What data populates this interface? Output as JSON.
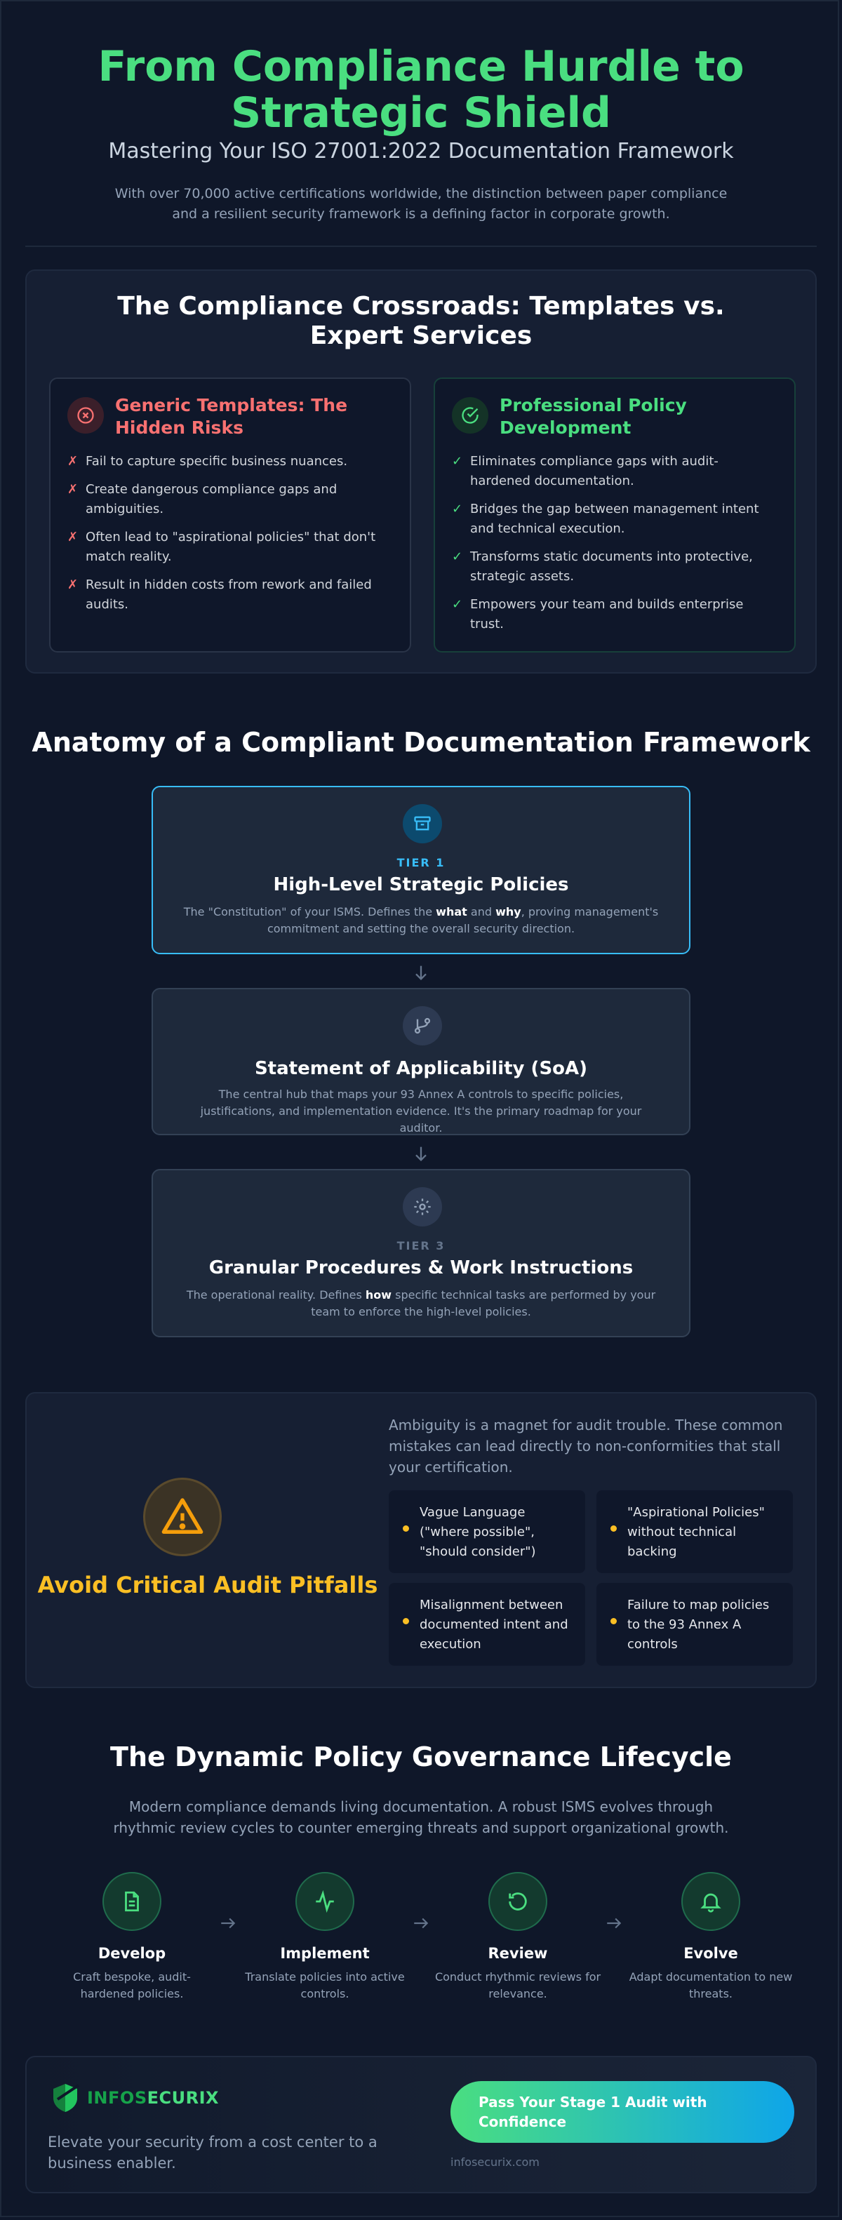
{
  "header": {
    "title": "From Compliance Hurdle to Strategic Shield",
    "subtitle": "Mastering Your ISO 27001:2022 Documentation Framework",
    "intro": "With over 70,000 active certifications worldwide, the distinction between paper compliance and a resilient security framework is a defining factor in corporate growth."
  },
  "crossroads": {
    "title": "The Compliance Crossroads: Templates vs. Expert Services",
    "generic": {
      "title": "Generic Templates: The Hidden Risks",
      "icon": "x-circle-icon",
      "color": "#f87171",
      "items": [
        "Fail to capture specific business nuances.",
        "Create dangerous compliance gaps and ambiguities.",
        "Often lead to \"aspirational policies\" that don't match reality.",
        "Result in hidden costs from rework and failed audits."
      ]
    },
    "professional": {
      "title": "Professional Policy Development",
      "icon": "check-circle-icon",
      "color": "#4ade80",
      "items": [
        "Eliminates compliance gaps with audit-hardened documentation.",
        "Bridges the gap between management intent and technical execution.",
        "Transforms static documents into protective, strategic assets.",
        "Empowers your team and builds enterprise trust."
      ]
    }
  },
  "anatomy": {
    "title": "Anatomy of a Compliant Documentation Framework",
    "tiers": [
      {
        "label": "TIER 1",
        "name": "High-Level Strategic Policies",
        "desc_pre": "The \"Constitution\" of your ISMS. Defines the ",
        "desc_b1": "what",
        "desc_mid": " and ",
        "desc_b2": "why",
        "desc_post": ", proving management's commitment and setting the overall security direction.",
        "icon": "archive-icon"
      },
      {
        "name": "Statement of Applicability (SoA)",
        "desc": "The central hub that maps your 93 Annex A controls to specific policies, justifications, and implementation evidence. It's the primary roadmap for your auditor.",
        "icon": "git-branch-icon"
      },
      {
        "label": "TIER 3",
        "name": "Granular Procedures & Work Instructions",
        "desc_pre": "The operational reality. Defines ",
        "desc_b1": "how",
        "desc_post": " specific technical tasks are performed by your team to enforce the high-level policies.",
        "icon": "gear-icon"
      }
    ]
  },
  "pitfalls": {
    "title": "Avoid Critical Audit Pitfalls",
    "intro": "Ambiguity is a magnet for audit trouble. These common mistakes can lead directly to non-conformities that stall your certification.",
    "items": [
      "Vague Language (\"where possible\", \"should consider\")",
      "\"Aspirational Policies\" without technical backing",
      "Misalignment between documented intent and execution",
      "Failure to map policies to the 93 Annex A controls"
    ],
    "accent": "#fbbf24"
  },
  "lifecycle": {
    "title": "The Dynamic Policy Governance Lifecycle",
    "intro": "Modern compliance demands living documentation. A robust ISMS evolves through rhythmic review cycles to counter emerging threats and support organizational growth.",
    "steps": [
      {
        "name": "Develop",
        "desc": "Craft bespoke, audit-hardened policies.",
        "icon": "document-icon"
      },
      {
        "name": "Implement",
        "desc": "Translate policies into active controls.",
        "icon": "activity-icon"
      },
      {
        "name": "Review",
        "desc": "Conduct rhythmic reviews for relevance.",
        "icon": "refresh-icon"
      },
      {
        "name": "Evolve",
        "desc": "Adapt documentation to new threats.",
        "icon": "bell-icon"
      }
    ]
  },
  "footer": {
    "logo_a": "INFOS",
    "logo_b": "ECURIX",
    "tagline": "Elevate your security from a cost center to a business enabler.",
    "cta": "Pass Your Stage 1 Audit with Confidence",
    "site": "infosecurix.com"
  }
}
